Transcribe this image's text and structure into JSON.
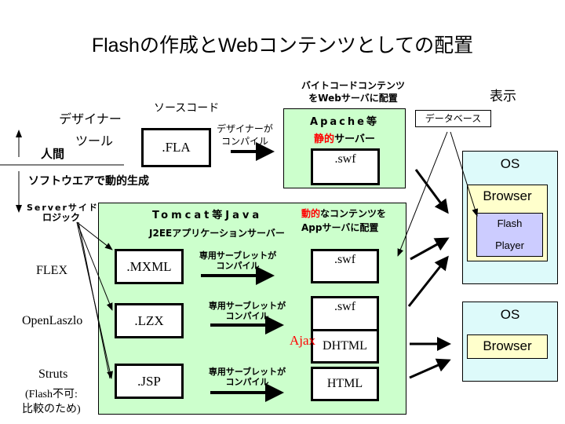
{
  "title": "Flashの作成とWebコンテンツとしての配置",
  "left": {
    "designer_tool": [
      "デザイナー",
      "ツール"
    ],
    "human": "人間",
    "software_generation": "ソフトウエアで動的生成",
    "server_side": "Serverサイド",
    "logic": "ロジック",
    "frameworks": [
      {
        "name": "FLEX"
      },
      {
        "name": "OpenLaszlo"
      },
      {
        "name": "Struts",
        "note": [
          "(Flash不可:",
          "比較のため)"
        ]
      }
    ]
  },
  "source_code_label": "ソースコード",
  "fla_file": ".FLA",
  "designer_compile": [
    "デザイナーが",
    "コンパイル"
  ],
  "bytecode_deploy": [
    "バイトコードコンテンツ",
    "をWebサーバに配置"
  ],
  "apache": {
    "title": "Apache等",
    "subtitle_red": "静的",
    "subtitle_rest": "サーバー",
    "file": ".swf"
  },
  "database": "データベース",
  "display_label": "表示",
  "tomcat": {
    "title": "Tomcat等Java",
    "subtitle": "J2EEアプリケーションサーバー",
    "deploy_red": "動的",
    "deploy_rest": "なコンテンツを",
    "deploy_line2": "Appサーバに配置",
    "rows": [
      {
        "source": ".MXML",
        "compile": [
          "専用サーブレットが",
          "コンパイル"
        ],
        "output": ".swf"
      },
      {
        "source": ".LZX",
        "compile": [
          "専用サーブレットが",
          "コンパイル"
        ],
        "output": ".swf",
        "output2": "DHTML",
        "ajax": "Ajax"
      },
      {
        "source": ".JSP",
        "compile": [
          "専用サーブレットが",
          "コンパイル"
        ],
        "output": "HTML"
      }
    ]
  },
  "clients": [
    {
      "os": "OS",
      "browser": "Browser",
      "plugin": [
        "Flash",
        "Player"
      ]
    },
    {
      "os": "OS",
      "browser": "Browser"
    }
  ],
  "colors": {
    "server_bg": "#ccffcc",
    "os_bg": "#ddfafa",
    "browser_bg": "#ffffcc",
    "player_bg": "#ccccff",
    "accent_red": "#ff0000"
  }
}
